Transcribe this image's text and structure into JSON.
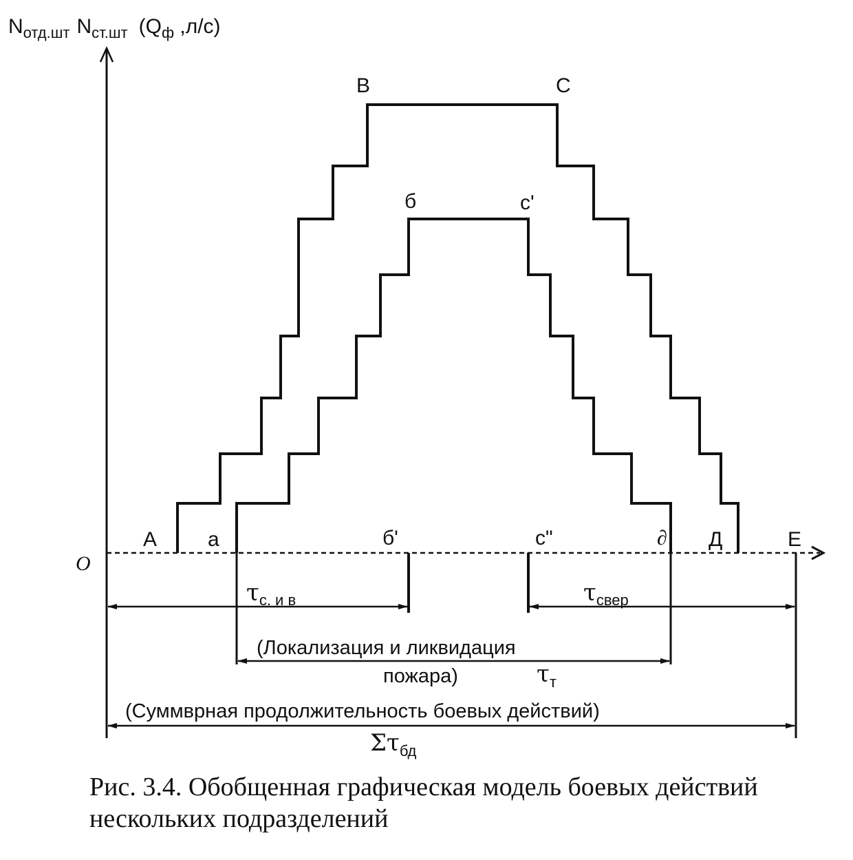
{
  "y_axis": {
    "label_N1": "N",
    "label_N1_sub": "отд.шт",
    "label_N2": "N",
    "label_N2_sub": "ст.шт",
    "label_Q_open": "(Q",
    "label_Q_sub": "ф",
    "label_Q_close": " ,л/с)"
  },
  "origin_label": "O",
  "points": {
    "A": "А",
    "a": "а",
    "B": "В",
    "C": "С",
    "b": "б",
    "c1": "с'",
    "b1": "б'",
    "c2": "с\"",
    "d": "∂",
    "D": "Д",
    "E": "Е"
  },
  "intervals": {
    "tau_siv": "τ",
    "tau_siv_sub": "с. и в",
    "tau_sver": "τ",
    "tau_sver_sub": "свер",
    "localization_line1": "(Локализация и ликвидация",
    "localization_line2": "пожара)",
    "tau_t": "τ",
    "tau_t_sub": "т",
    "total_label": "(Суммврная продолжительность боевых действий)",
    "sigma": "Στ",
    "sigma_sub": "бд"
  },
  "caption": {
    "line1": "Рис. 3.4. Обобщенная графическая модель боевых действий",
    "line2": "нескольких подразделений"
  }
}
